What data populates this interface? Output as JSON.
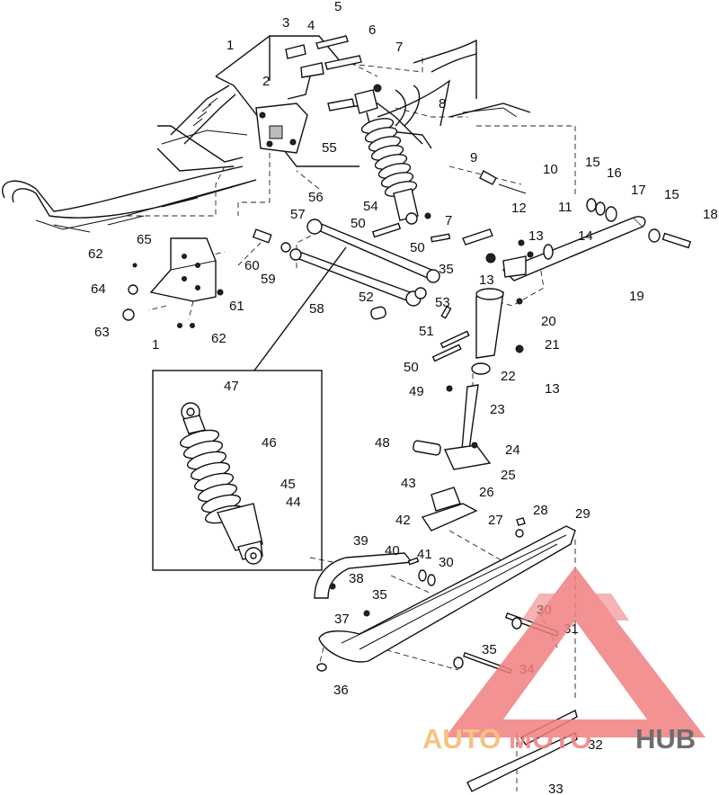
{
  "callouts": [
    "1",
    "2",
    "3",
    "4",
    "5",
    "6",
    "7",
    "8",
    "9",
    "10",
    "11",
    "12",
    "13",
    "14",
    "15",
    "16",
    "17",
    "18",
    "19",
    "20",
    "21",
    "22",
    "23",
    "24",
    "25",
    "26",
    "27",
    "28",
    "29",
    "30",
    "31",
    "32",
    "33",
    "34",
    "35",
    "36",
    "37",
    "38",
    "39",
    "40",
    "41",
    "42",
    "43",
    "44",
    "45",
    "46",
    "47",
    "48",
    "49",
    "50",
    "51",
    "52",
    "53",
    "54",
    "55",
    "56",
    "57",
    "58",
    "59",
    "60",
    "61",
    "62",
    "63",
    "64",
    "65"
  ],
  "watermark": {
    "part1": "AUTO",
    "part2": "MOTO",
    "part3": "HUB",
    "color_primary": "#f08080",
    "color_secondary": "#555555"
  }
}
